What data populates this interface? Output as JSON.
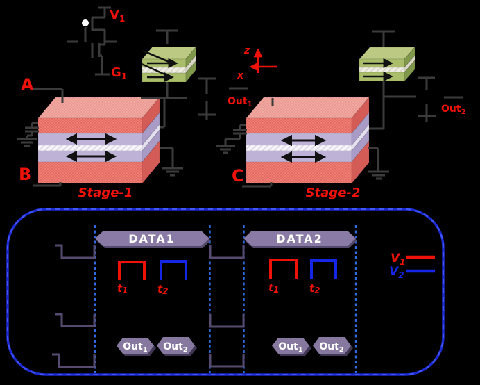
{
  "figure": {
    "description_colors": {
      "accent_red": "#ee1208",
      "accent_blue": "#1526e6",
      "box_border_blue": "#1d2bd0",
      "dashed_line_blue": "#2f6ae0",
      "waveform_purple": "#564b6e",
      "banner_purple": "#8a7ba6",
      "hexagon_purple": "#87789f",
      "circuit_gray": "#3b3b3b",
      "mtj_green_front": "#a9bd6b",
      "stack_red_front": "#ef7e75",
      "stack_lavender": "#beb3d6"
    }
  },
  "schematic": {
    "supply_label": {
      "base": "V",
      "sub": "1"
    },
    "gate_label": {
      "base": "G",
      "sub": "1"
    },
    "terminal_a": "A",
    "terminal_b": "B",
    "terminal_c": "C",
    "stage1_label": "Stage-1",
    "stage2_label": "Stage-2",
    "out1_label": {
      "base": "Out",
      "sub": "1"
    },
    "out2_label": {
      "base": "Out",
      "sub": "2"
    },
    "axis_z": "z",
    "axis_x": "x"
  },
  "timing": {
    "windows": [
      {
        "banner": "DATA1",
        "pulses": [
          {
            "label": {
              "base": "t",
              "sub": "1"
            },
            "color": "#ee1208"
          },
          {
            "label": {
              "base": "t",
              "sub": "2"
            },
            "color": "#1526e6"
          }
        ],
        "outputs": [
          {
            "base": "Out",
            "sub": "1"
          },
          {
            "base": "Out",
            "sub": "2"
          }
        ]
      },
      {
        "banner": "DATA2",
        "pulses": [
          {
            "label": {
              "base": "t",
              "sub": "1"
            },
            "color": "#ee1208"
          },
          {
            "label": {
              "base": "t",
              "sub": "2"
            },
            "color": "#1526e6"
          }
        ],
        "outputs": [
          {
            "base": "Out",
            "sub": "1"
          },
          {
            "base": "Out",
            "sub": "2"
          }
        ]
      }
    ],
    "legend": [
      {
        "label": {
          "base": "V",
          "sub": "1"
        },
        "color": "#ee1208"
      },
      {
        "label": {
          "base": "V",
          "sub": "2"
        },
        "color": "#1526e6"
      }
    ]
  }
}
